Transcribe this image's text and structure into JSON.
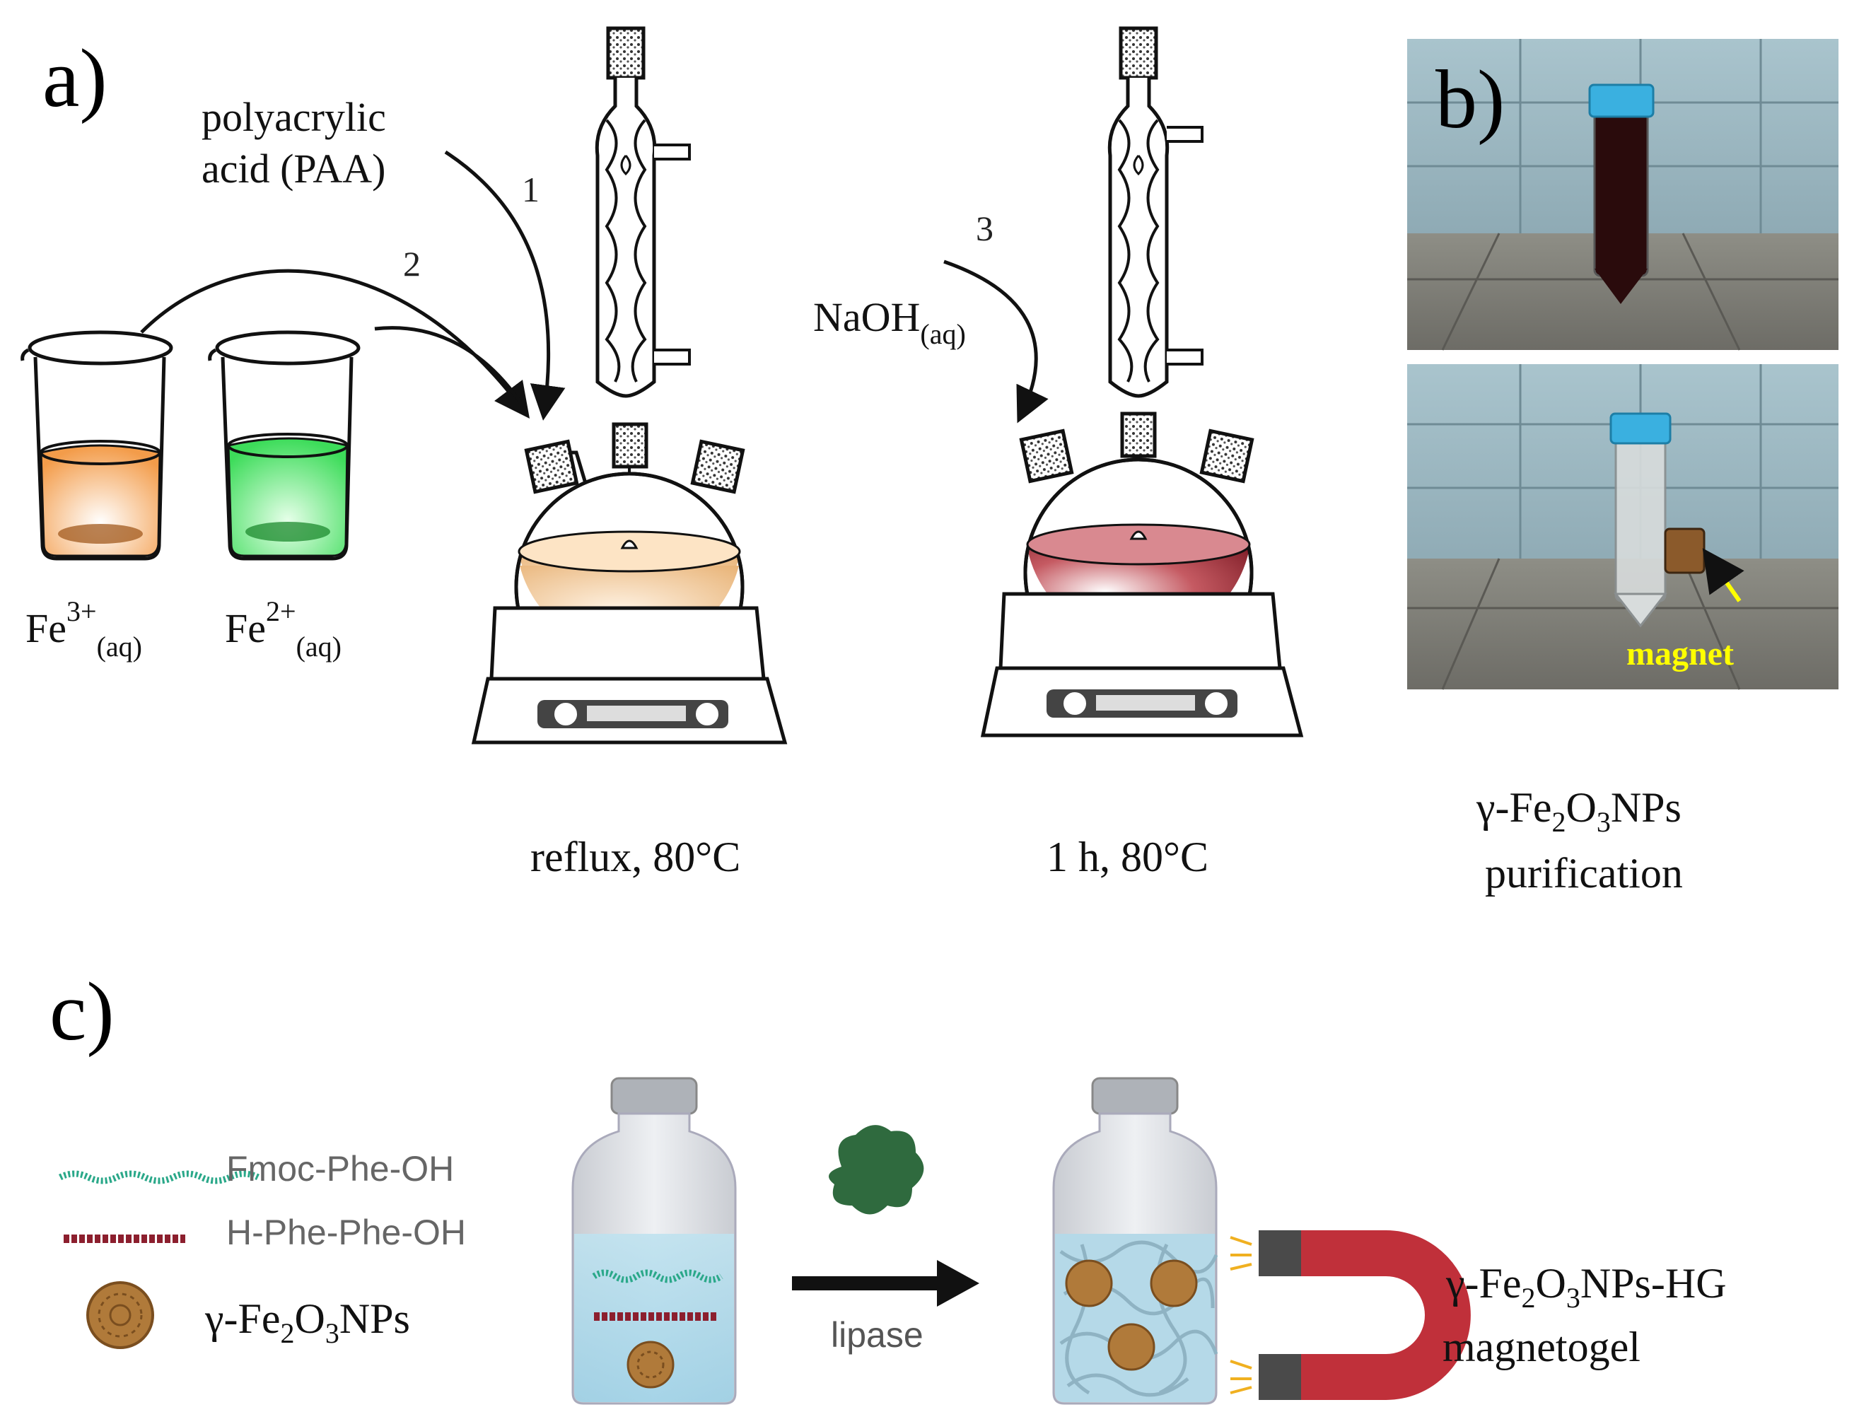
{
  "panel_a": {
    "letter": "a)",
    "paa_line1": "polyacrylic",
    "paa_line2": "acid (PAA)",
    "step1": "1",
    "step2": "2",
    "step3": "3",
    "naoh_base": "NaOH",
    "naoh_sub": "(aq)",
    "fe3_base": "Fe",
    "fe3_sup": "3+",
    "fe3_sub": "(aq)",
    "fe2_base": "Fe",
    "fe2_sup": "2+",
    "fe2_sub": "(aq)",
    "reflux_condition": "reflux, 80°C",
    "time_condition": "1 h, 80°C"
  },
  "panel_b": {
    "letter": "b)",
    "magnet_label": "magnet",
    "caption_line1_pre": "γ-Fe",
    "caption_sub1": "2",
    "caption_mid": "O",
    "caption_sub2": "3",
    "caption_post": "NPs",
    "caption_line2": "purification"
  },
  "panel_c": {
    "letter": "c)",
    "legend_fmoc": "Fmoc-Phe-OH",
    "legend_hphe": "H-Phe-Phe-OH",
    "legend_np_pre": "γ-Fe",
    "legend_np_sub1": "2",
    "legend_np_mid": "O",
    "legend_np_sub2": "3",
    "legend_np_post": "NPs",
    "arrow_label": "lipase",
    "product_pre": "γ-Fe",
    "product_sub1": "2",
    "product_mid": "O",
    "product_sub2": "3",
    "product_post": "NPs-HG",
    "product_line2": "magnetogel"
  },
  "colors": {
    "fe3_solution": "#f39c4a",
    "fe2_solution": "#3ddc5a",
    "flask_initial": "#f2c68e",
    "flask_final": "#a8313c",
    "magnet_red": "#c0303a",
    "fmoc_green": "#2aa889",
    "hphe_red": "#8c1f2e",
    "nanoparticle": "#b07a3a",
    "tube_cap": "#3ab0e0",
    "magnet_label": "#ffff00"
  }
}
